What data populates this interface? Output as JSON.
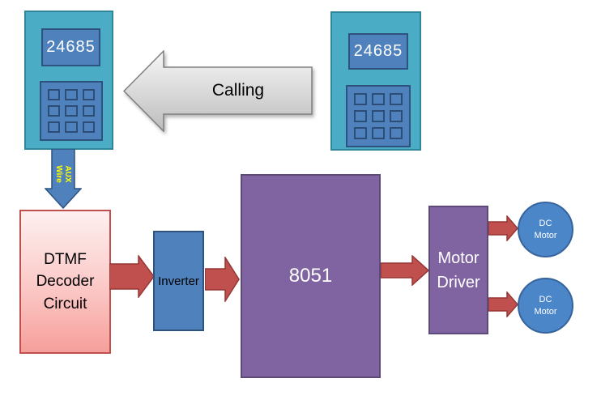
{
  "phones": {
    "left": {
      "display_value": "24685"
    },
    "right": {
      "display_value": "24685"
    }
  },
  "arrows": {
    "calling_label": "Calling",
    "aux_line1": "AUX",
    "aux_line2": "Wire"
  },
  "blocks": {
    "dtmf_label": "DTMF Decoder Circuit",
    "inverter_label": "Inverter",
    "mcu_label": "8051",
    "motor_driver_label": "Motor Driver",
    "dc_motor_top_label": "DC Motor",
    "dc_motor_bottom_label": "DC Motor"
  },
  "colors": {
    "phone_body_teal": "#4BACC6",
    "screen_blue": "#4F81BD",
    "block_purple": "#8064A2",
    "arrow_red": "#C0504D",
    "dtmf_pink": "#F69F9B",
    "dtmf_border_red": "#C0504D",
    "aux_text_yellow": "#FFFF00",
    "calling_arrow_gray": "#D9D9D9",
    "dc_motor_blue": "#4A86C8"
  }
}
